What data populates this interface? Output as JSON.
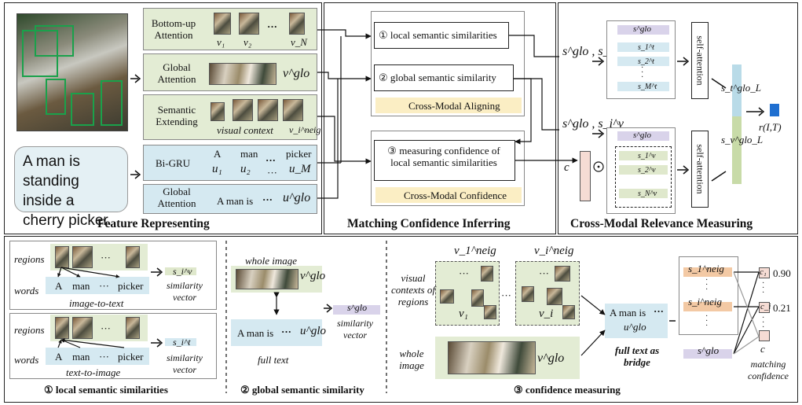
{
  "top": {
    "feature_title": "Feature Representing",
    "matching_title": "Matching Confidence Inferring",
    "relevance_title": "Cross-Modal Relevance Measuring",
    "sentence": "A man is standing inside a cherry picker.",
    "bottom_up": "Bottom-up Attention",
    "v_1": "v₁",
    "v_2": "v₂",
    "v_N": "v_N",
    "dots": "···",
    "global_attention": "Global Attention",
    "v_glo": "v^glo",
    "semantic_extending": "Semantic Extending",
    "visual_context": "visual context",
    "v_neig": "v_i^neig",
    "bigru": "Bi-GRU",
    "w_a": "A",
    "w_man": "man",
    "w_picker": "picker",
    "u_1": "u₁",
    "u_2": "u₂",
    "u_M": "u_M",
    "a_man_is": "A man is",
    "u_glo": "u^glo",
    "local_sim": "① local semantic similarities",
    "global_sim": "② global semantic similarity",
    "cm_align": "Cross-Modal Aligning",
    "measuring_conf": "③ measuring confidence of local semantic similarities",
    "cm_conf": "Cross-Modal Confidence",
    "s_glo_st": "s^glo , s_i^t",
    "s_glo_sv": "s^glo , s_i^v",
    "c": "c",
    "self_attention": "self-attention",
    "s_t_glo": "s_t^glo_L",
    "s_v_glo": "s_v^glo_L",
    "r": "r(I,T)",
    "s_glo": "s^glo",
    "s1t": "s_1^t",
    "s2t": "s_2^t",
    "sMt": "s_M^t",
    "s1v": "s_1^v",
    "s2v": "s_2^v",
    "sNv": "s_N^v"
  },
  "bottom": {
    "regions": "regions",
    "words": "words",
    "image_to_text": "image-to-text",
    "text_to_image": "text-to-image",
    "similarity_vector": "similarity vector",
    "si_v": "s_i^v",
    "si_t": "s_i^t",
    "cap1": "① local semantic similarities",
    "whole_image": "whole image",
    "full_text": "full text",
    "cap2": "② global semantic similarity",
    "v1_neig": "v_1^neig",
    "vi_neig": "v_i^neig",
    "visual_contexts": "visual contexts of regions",
    "v1": "v₁",
    "vi": "v_i",
    "whole_image2": "whole image",
    "full_text_bridge": "full text as bridge",
    "s1_neig": "s_1^neig",
    "si_neig": "s_i^neig",
    "c1": "c₁",
    "ci": "c_i",
    "val_090": "0.90",
    "val_021": "0.21",
    "c_label": "c",
    "matching_confidence": "matching confidence",
    "cap3": "③ confidence measuring"
  },
  "colors": {
    "green": "#e3ecd4",
    "blue": "#d5e9f1",
    "cream": "#fbeec4",
    "purple": "#d9d3ea",
    "orange": "#f3c9a4",
    "pink": "#f6dcd4",
    "accent_blue": "#1f6fd0"
  }
}
